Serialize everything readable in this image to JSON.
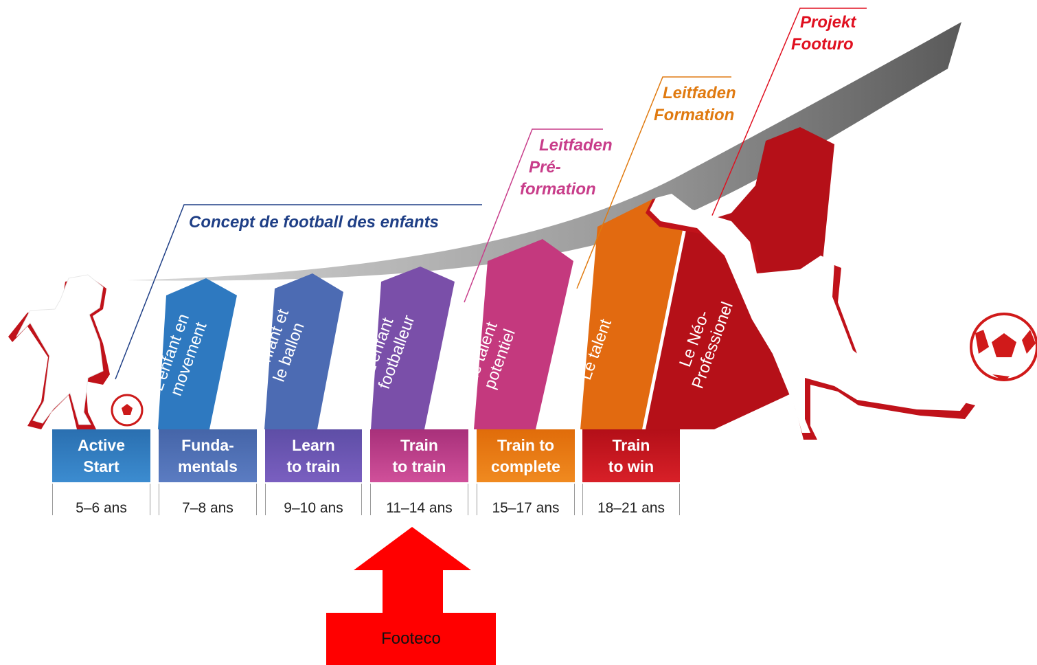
{
  "stages": [
    {
      "label_line1": "Active",
      "label_line2": "Start",
      "age": "5–6 ans",
      "color": "#2a6fb0"
    },
    {
      "label_line1": "Funda-",
      "label_line2": "mentals",
      "age": "7–8 ans",
      "color": "#4a68ab"
    },
    {
      "label_line1": "Learn",
      "label_line2": "to train",
      "age": "9–10 ans",
      "color": "#6a52a6"
    },
    {
      "label_line1": "Train",
      "label_line2": "to train",
      "age": "11–14 ans",
      "color": "#b63a86"
    },
    {
      "label_line1": "Train to",
      "label_line2": "complete",
      "age": "15–17 ans",
      "color": "#e8760e"
    },
    {
      "label_line1": "Train",
      "label_line2": "to win",
      "age": "18–21 ans",
      "color": "#c0121a"
    }
  ],
  "columns": [
    {
      "text": "L’enfant en\nmovement",
      "color": "#2e79c0"
    },
    {
      "text": "L’enfant et\nle ballon",
      "color": "#4c6bb3"
    },
    {
      "text": "L’enfant\nfootballeur",
      "color": "#7a4fa9"
    },
    {
      "text": "Le talent\npotentiel",
      "color": "#c4397e"
    },
    {
      "text": "Le talent",
      "color": "#e26a10"
    },
    {
      "text": "Le Néo-\nProfessionel",
      "color": "#b51018"
    }
  ],
  "tags": {
    "concept": {
      "text": "Concept de football des enfants",
      "color": "#1f3f86"
    },
    "preformation_l1": {
      "text": "Leitfaden",
      "color": "#c83d8a"
    },
    "preformation_l2": {
      "text": "Pré-",
      "color": "#c83d8a"
    },
    "preformation_l3": {
      "text": "formation",
      "color": "#c83d8a"
    },
    "formation_l1": {
      "text": "Leitfaden",
      "color": "#e07a10"
    },
    "formation_l2": {
      "text": "Formation",
      "color": "#e07a10"
    },
    "footuro_l1": {
      "text": "Projekt",
      "color": "#e01020"
    },
    "footuro_l2": {
      "text": "Footuro",
      "color": "#e01020"
    }
  },
  "footeco": {
    "label": "Footeco",
    "color": "#ff0000"
  }
}
